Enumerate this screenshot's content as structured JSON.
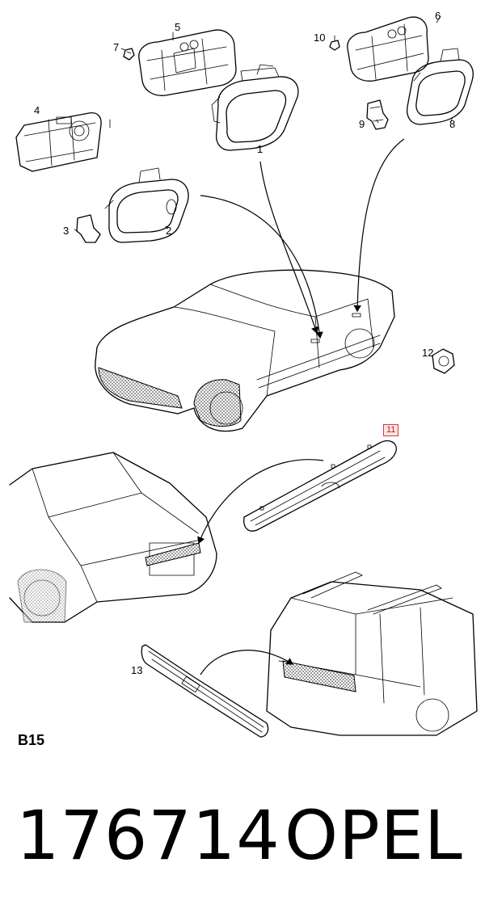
{
  "diagram": {
    "section_code": "B15",
    "callouts": [
      {
        "id": "1",
        "text": "1"
      },
      {
        "id": "2",
        "text": "2"
      },
      {
        "id": "3",
        "text": "3"
      },
      {
        "id": "4",
        "text": "4"
      },
      {
        "id": "5",
        "text": "5"
      },
      {
        "id": "6",
        "text": "6"
      },
      {
        "id": "7",
        "text": "7"
      },
      {
        "id": "8",
        "text": "8"
      },
      {
        "id": "9",
        "text": "9"
      },
      {
        "id": "10",
        "text": "10"
      },
      {
        "id": "11",
        "text": "11",
        "highlighted": true
      },
      {
        "id": "12",
        "text": "12"
      },
      {
        "id": "13",
        "text": "13"
      }
    ],
    "highlight_color": "#d23c3c"
  },
  "footer": {
    "part_number": "176714",
    "brand": "OPEL"
  }
}
